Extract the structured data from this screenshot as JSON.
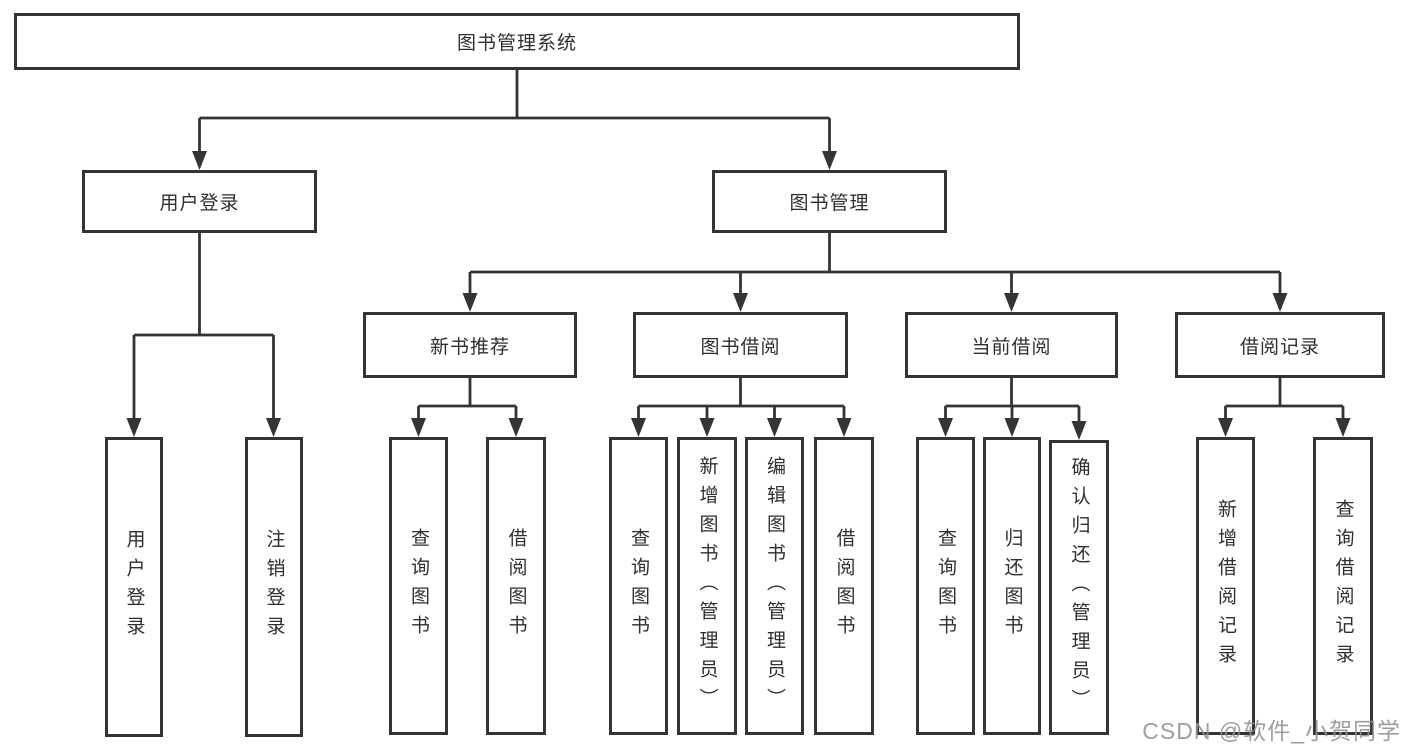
{
  "tree": {
    "root": {
      "label": "图书管理系统",
      "children": [
        {
          "label": "用户登录",
          "children": [
            {
              "label": "用户登录"
            },
            {
              "label": "注销登录"
            }
          ]
        },
        {
          "label": "图书管理",
          "children": [
            {
              "label": "新书推荐",
              "children": [
                {
                  "label": "查询图书"
                },
                {
                  "label": "借阅图书"
                }
              ]
            },
            {
              "label": "图书借阅",
              "children": [
                {
                  "label": "查询图书"
                },
                {
                  "label": "新增图书（管理员）"
                },
                {
                  "label": "编辑图书（管理员）"
                },
                {
                  "label": "借阅图书"
                }
              ]
            },
            {
              "label": "当前借阅",
              "children": [
                {
                  "label": "查询图书"
                },
                {
                  "label": "归还图书"
                },
                {
                  "label": "确认归还（管理员）"
                }
              ]
            },
            {
              "label": "借阅记录",
              "children": [
                {
                  "label": "新增借阅记录"
                },
                {
                  "label": "查询借阅记录"
                }
              ]
            }
          ]
        }
      ]
    }
  },
  "watermark": {
    "text": "CSDN @软件_小贺同学"
  },
  "colors": {
    "line": "#343434",
    "text": "#2f2f2f",
    "background": "#ffffff",
    "watermark": "#949494"
  }
}
